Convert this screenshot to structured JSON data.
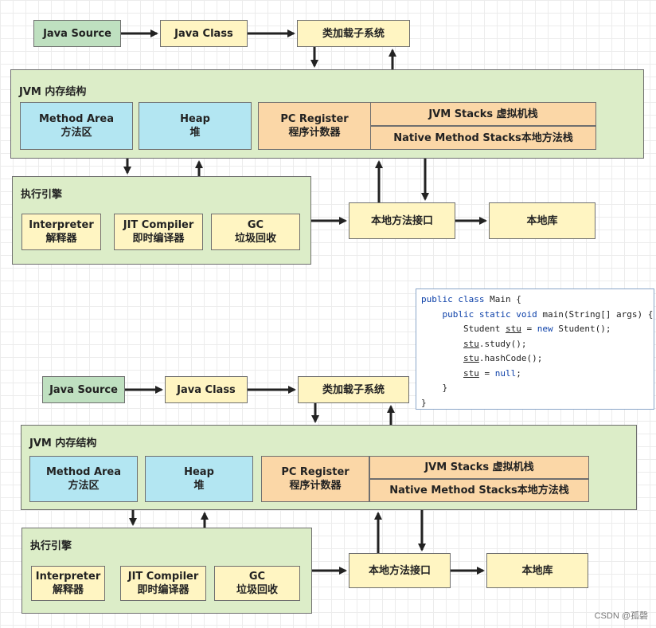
{
  "diagram": {
    "java_source": "Java Source",
    "java_class": "Java Class",
    "class_loader": "类加载子系统",
    "jvm_memory": "JVM 内存结构",
    "method_area_en": "Method Area",
    "method_area_zh": "方法区",
    "heap_en": "Heap",
    "heap_zh": "堆",
    "pc_register_en": "PC Register",
    "pc_register_zh": "程序计数器",
    "jvm_stacks": "JVM Stacks 虚拟机栈",
    "native_stacks": "Native Method Stacks本地方法栈",
    "execution_engine": "执行引擎",
    "interpreter_en": "Interpreter",
    "interpreter_zh": "解释器",
    "jit_en": "JIT Compiler",
    "jit_zh": "即时编译器",
    "gc_en": "GC",
    "gc_zh": "垃圾回收",
    "native_interface": "本地方法接口",
    "native_library": "本地库"
  },
  "code": {
    "line1_kw": "public class",
    "line1_rest": " Main {",
    "line2_kw1": "public static void",
    "line2_rest": " main(String[] args) {",
    "line3_a": "Student ",
    "line3_var": "stu",
    "line3_b": " = ",
    "line3_kw": "new",
    "line3_c": " Student();",
    "line4_var": "stu",
    "line4_rest": ".study();",
    "line5_var": "stu",
    "line5_rest": ".hashCode();",
    "line6_var": "stu",
    "line6_b": " = ",
    "line6_kw": "null",
    "line6_c": ";",
    "line7": "}",
    "line8": "}"
  },
  "watermark": "CSDN @孤磬",
  "colors": {
    "box_yellow": "#fff5c2",
    "box_green": "#dcedc8",
    "box_cyan": "#b3e6f2",
    "box_orange": "#fbd7a7",
    "source_green": "#bfe0c0",
    "keyword_blue": "#0b3fa8"
  }
}
